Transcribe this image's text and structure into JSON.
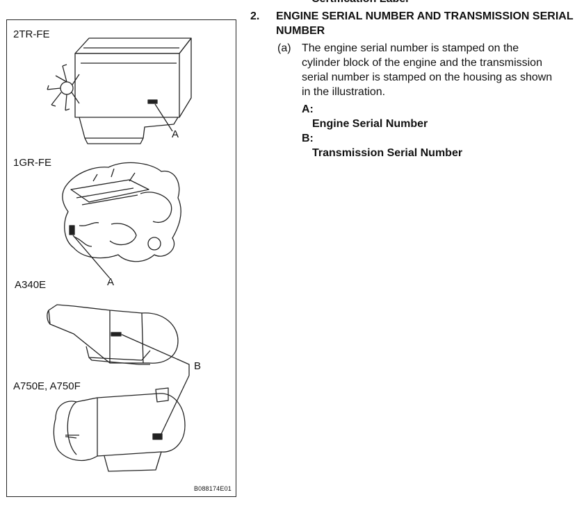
{
  "page": {
    "cut_heading": "Certification Label"
  },
  "figure": {
    "labels": {
      "engine1": "2TR-FE",
      "engine2": "1GR-FE",
      "trans1": "A340E",
      "trans2": "A750E, A750F"
    },
    "callouts": {
      "a1": "A",
      "a2": "A",
      "b": "B"
    },
    "code": "B088174E01"
  },
  "section": {
    "number": "2.",
    "title": "ENGINE SERIAL NUMBER AND TRANSMISSION SERIAL NUMBER",
    "step": {
      "label": "(a)",
      "text": "The engine serial number is stamped on the\ncylinder block of the engine and the transmission\nserial number is stamped on the housing as shown\nin the illustration."
    },
    "legend": [
      {
        "key": "A:",
        "value": "Engine Serial Number"
      },
      {
        "key": "B:",
        "value": "Transmission Serial Number"
      }
    ]
  }
}
